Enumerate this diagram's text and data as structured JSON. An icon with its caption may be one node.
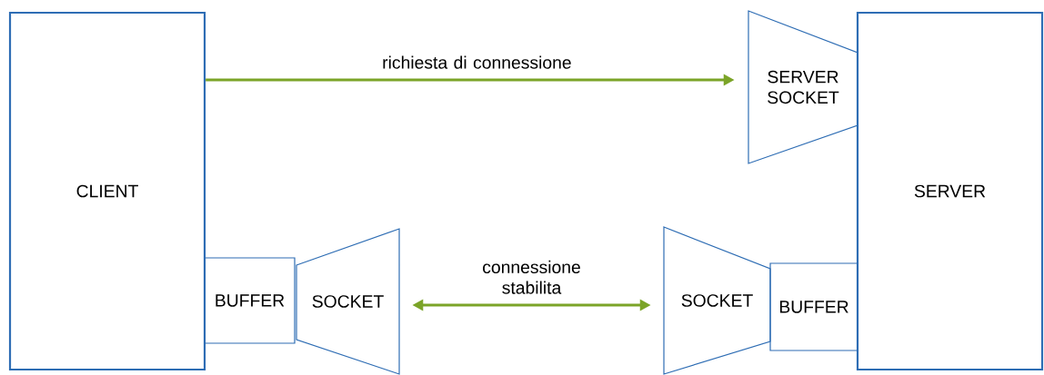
{
  "diagram": {
    "nodes": [
      {
        "text": [
          "CLIENT"
        ]
      },
      {
        "text": [
          "SERVER SOCKET"
        ]
      },
      {
        "text": [
          "SERVER"
        ]
      },
      {
        "text": [
          "BUFFER"
        ]
      },
      {
        "text": [
          "SOCKET"
        ]
      },
      {
        "text": [
          "SOCKET"
        ]
      },
      {
        "text": [
          "BUFFER"
        ]
      }
    ],
    "edges": [
      {
        "from": 0,
        "to": 1,
        "arrow": "to",
        "label": "richiesta di connessione"
      },
      {
        "from": 4,
        "to": 5,
        "arrow": "both",
        "label": "connessione stabilita"
      }
    ]
  }
}
